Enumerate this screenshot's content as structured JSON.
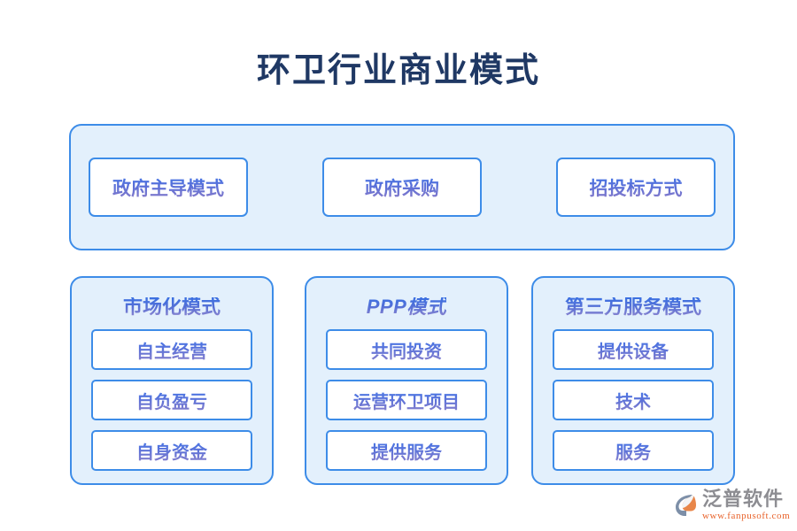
{
  "page": {
    "title": "环卫行业商业模式",
    "background_color": "#ffffff"
  },
  "theme": {
    "panel_fill": "#e3f0fc",
    "panel_border": "#3d8ce8",
    "card_fill": "#ffffff",
    "card_border": "#3d8ce8",
    "title_color": "#1f3864",
    "text_gradient_start": "#3f76e8",
    "text_gradient_end": "#8f7ec8"
  },
  "top_panel": {
    "cards": [
      {
        "label": "政府主导模式"
      },
      {
        "label": "政府采购"
      },
      {
        "label": "招投标方式"
      }
    ]
  },
  "columns": [
    {
      "header": "市场化模式",
      "header_is_latin": false,
      "items": [
        {
          "label": "自主经营"
        },
        {
          "label": "自负盈亏"
        },
        {
          "label": "自身资金"
        }
      ]
    },
    {
      "header": "PPP模式",
      "header_is_latin": true,
      "items": [
        {
          "label": "共同投资"
        },
        {
          "label": "运营环卫项目"
        },
        {
          "label": "提供服务"
        }
      ]
    },
    {
      "header": "第三方服务模式",
      "header_is_latin": false,
      "items": [
        {
          "label": "提供设备"
        },
        {
          "label": "技术"
        },
        {
          "label": "服务"
        }
      ]
    }
  ],
  "brand": {
    "mark_icon": "fanpu-swoosh-logo-icon",
    "name": "泛普软件",
    "url": "www.fanpusoft.com",
    "name_color": "#8d8d92",
    "url_color": "#e8622a"
  }
}
